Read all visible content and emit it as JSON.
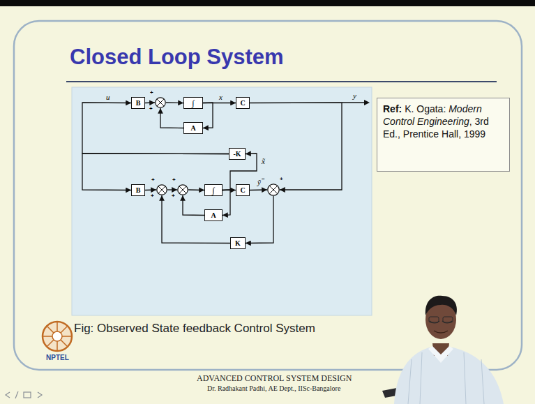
{
  "diagram": {
    "title": "Closed Loop System",
    "caption": "Fig: Observed State feedback Control System",
    "nodes": [
      {
        "text": [
          "B"
        ]
      },
      {
        "text": [
          "+",
          "+"
        ]
      },
      {
        "text": [
          "∫"
        ]
      },
      {
        "text": [
          "C"
        ]
      },
      {
        "text": [
          "A"
        ]
      },
      {
        "text": [
          "-K"
        ]
      },
      {
        "text": [
          "B"
        ]
      },
      {
        "text": [
          "+",
          "+"
        ]
      },
      {
        "text": [
          "+",
          "+"
        ]
      },
      {
        "text": [
          "∫"
        ]
      },
      {
        "text": [
          "C"
        ]
      },
      {
        "text": [
          "−",
          "+"
        ]
      },
      {
        "text": [
          "A"
        ]
      },
      {
        "text": [
          "K"
        ]
      },
      {
        "text": [
          "Ref:",
          "K. Ogata:",
          "Modern Control Engineering",
          ", 3rd Ed., Prentice Hall, 1999"
        ]
      }
    ],
    "edges": [
      {
        "from": 0,
        "to": 1,
        "arrow": "to"
      },
      {
        "from": 1,
        "to": 2,
        "arrow": "to"
      },
      {
        "from": 2,
        "to": 3,
        "label": "x",
        "arrow": "to"
      },
      {
        "from": 2,
        "to": 4,
        "arrow": "to"
      },
      {
        "from": 4,
        "to": 1,
        "arrow": "to"
      },
      {
        "from": 3,
        "to": 11,
        "label": "y",
        "arrow": "to"
      },
      {
        "from": 10,
        "to": 11,
        "label": "ỹ",
        "arrow": "to"
      },
      {
        "from": 11,
        "to": 13,
        "arrow": "to"
      },
      {
        "from": 13,
        "to": 7,
        "arrow": "to"
      },
      {
        "from": 6,
        "to": 7,
        "arrow": "to"
      },
      {
        "from": 7,
        "to": 8,
        "arrow": "to"
      },
      {
        "from": 8,
        "to": 9,
        "arrow": "to"
      },
      {
        "from": 9,
        "to": 10,
        "arrow": "to"
      },
      {
        "from": 9,
        "to": 12,
        "arrow": "to"
      },
      {
        "from": 12,
        "to": 8,
        "arrow": "to"
      },
      {
        "from": 9,
        "to": 5,
        "label": "x̃",
        "arrow": "to"
      },
      {
        "from": 5,
        "to": 0,
        "label": "u",
        "arrow": "to"
      },
      {
        "from": 5,
        "to": 6,
        "arrow": "to"
      }
    ],
    "labels": [
      "NPTEL",
      "ADVANCED CONTROL SYSTEM DESIGN",
      "Dr. Radhakant Padhi, AE Dept., IISc-Bangalore"
    ]
  }
}
